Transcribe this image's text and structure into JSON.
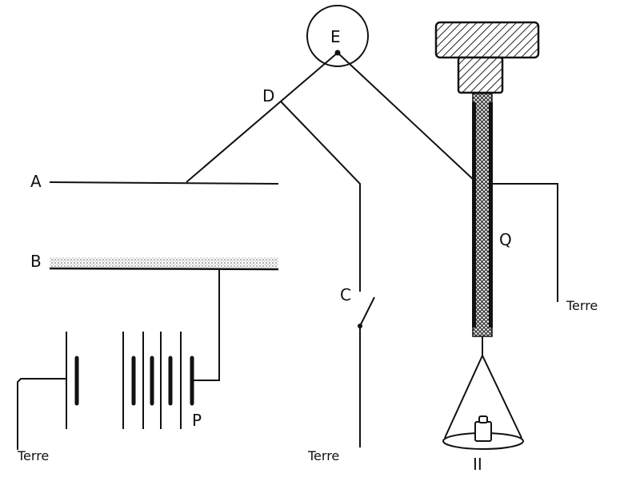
{
  "labels": {
    "E": "E",
    "D": "D",
    "A": "A",
    "B": "B",
    "C": "C",
    "Q": "Q",
    "P": "P",
    "Pi": "II",
    "terre_left": "Terre",
    "terre_middle": "Terre",
    "terre_right": "Terre"
  },
  "colors": {
    "ink": "#111111",
    "background": "#ffffff"
  }
}
